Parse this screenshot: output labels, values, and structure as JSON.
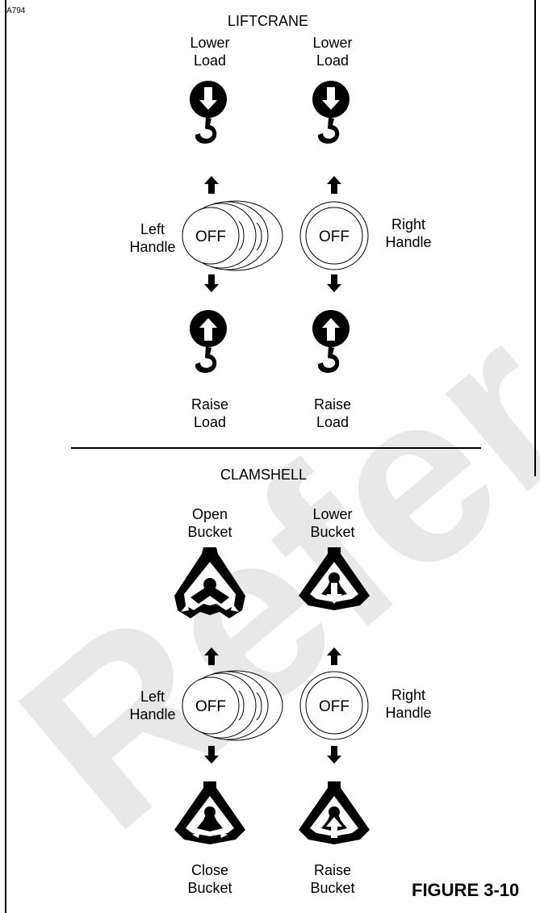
{
  "ref_code": "A794",
  "liftcrane": {
    "title": "LIFTCRANE",
    "top_left_label": "Lower\nLoad",
    "top_right_label": "Lower\nLoad",
    "bottom_left_label": "Raise\nLoad",
    "bottom_right_label": "Raise\nLoad",
    "left_handle_label": "Left\nHandle",
    "right_handle_label": "Right\nHandle",
    "left_knob": "OFF",
    "right_knob": "OFF"
  },
  "clamshell": {
    "title": "CLAMSHELL",
    "top_left_label": "Open\nBucket",
    "top_right_label": "Lower\nBucket",
    "bottom_left_label": "Close\nBucket",
    "bottom_right_label": "Raise\nBucket",
    "left_handle_label": "Left\nHandle",
    "right_handle_label": "Right\nHandle",
    "left_knob": "OFF",
    "right_knob": "OFF"
  },
  "figure_label": "FIGURE 3-10",
  "watermark_color": "#e6e6e6"
}
